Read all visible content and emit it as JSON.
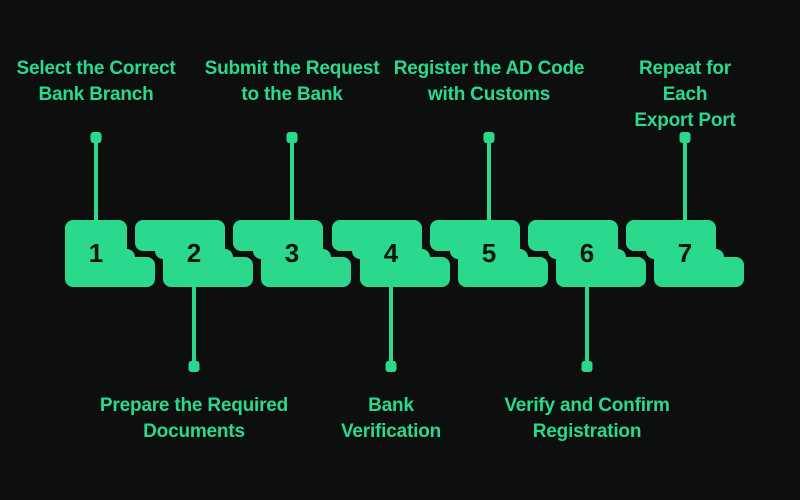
{
  "colors": {
    "background": "#0d0f0e",
    "accent": "#2bd98c",
    "number": "#0c150f"
  },
  "steps": [
    {
      "number": "1",
      "label": "Select the Correct\nBank Branch",
      "side": "top"
    },
    {
      "number": "2",
      "label": "Prepare the Required\nDocuments",
      "side": "bottom"
    },
    {
      "number": "3",
      "label": "Submit the Request\nto the Bank",
      "side": "top"
    },
    {
      "number": "4",
      "label": "Bank\nVerification",
      "side": "bottom"
    },
    {
      "number": "5",
      "label": "Register the AD Code\nwith Customs",
      "side": "top"
    },
    {
      "number": "6",
      "label": "Verify and Confirm\nRegistration",
      "side": "bottom"
    },
    {
      "number": "7",
      "label": "Repeat for Each\nExport Port",
      "side": "top"
    }
  ]
}
